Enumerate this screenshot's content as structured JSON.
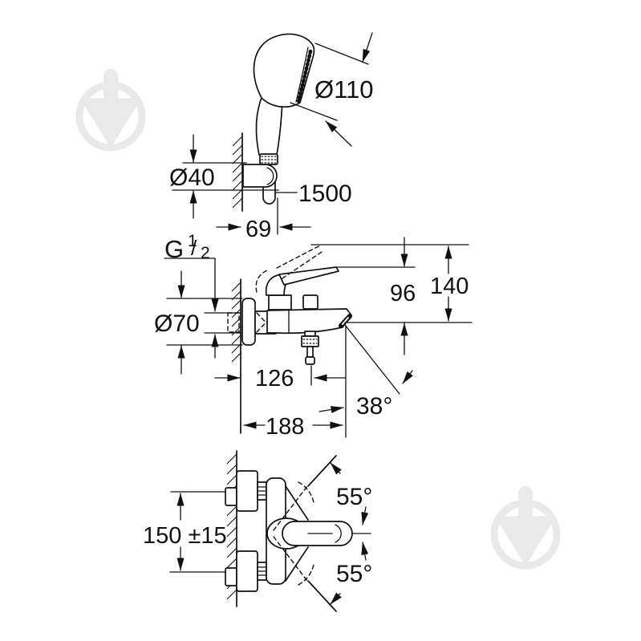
{
  "views": {
    "hand_shower": {
      "head_diameter": "Ø110",
      "holder_diameter": "Ø40",
      "hose_length": "1500",
      "wall_distance": "69"
    },
    "front": {
      "thread": {
        "prefix": "G",
        "numerator": "1",
        "slash": "/",
        "denominator": "2"
      },
      "escutcheon_diameter": "Ø70",
      "height_lever_down": "96",
      "height_lever_up": "140",
      "diverter_distance": "126",
      "spout_angle": "38°",
      "spout_reach": "188"
    },
    "top": {
      "connection_distance": "150 ±15",
      "swivel_angle_upper": "55°",
      "swivel_angle_lower": "55°"
    }
  },
  "colors": {
    "line": "#111111",
    "watermark": "#e9e9e9",
    "background": "#ffffff"
  }
}
